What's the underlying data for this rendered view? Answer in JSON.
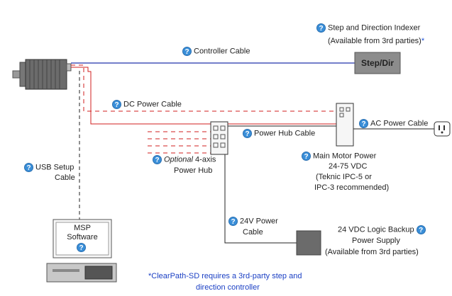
{
  "labels": {
    "controller_cable": "Controller Cable",
    "dc_power_cable": "DC Power Cable",
    "ac_power_cable": "AC Power Cable",
    "power_hub_cable": "Power Hub Cable",
    "usb_setup_cable_1": "USB Setup",
    "usb_setup_cable_2": "Cable",
    "optional": "Optional",
    "four_axis": "4-axis",
    "power_hub": "Power Hub",
    "main_motor_power": "Main Motor Power",
    "vdc_range": "24-75 VDC",
    "teknic_1": "(Teknic IPC-5 or",
    "teknic_2": "IPC-3 recommended)",
    "step_dir_indexer": "Step and Direction Indexer",
    "available_3rd_1": "(Available from 3rd parties)",
    "star": "*",
    "step_dir_box": "Step/Dir",
    "v24_power_1": "24V Power",
    "v24_power_2": "Cable",
    "logic_backup_1": "24 VDC  Logic Backup",
    "logic_backup_2": "Power Supply",
    "available_3rd_2": "(Available from 3rd parties)",
    "msp_1": "MSP",
    "msp_2": "Software",
    "footnote_1": "*ClearPath-SD requires a 3rd-party step and",
    "footnote_2": "direction controller"
  },
  "icons": {
    "help": "?"
  },
  "colors": {
    "controller_cable": "#2233aa",
    "dc_cable": "#d01f1f",
    "help_icon": "#3a8fd9",
    "footnote": "#1a3fc4",
    "box_fill": "#8c8c8c"
  }
}
